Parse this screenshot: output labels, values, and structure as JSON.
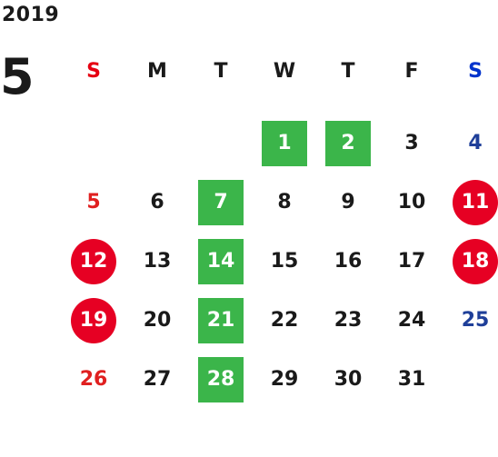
{
  "calendar": {
    "year": "2019",
    "month": "5",
    "weekdays": [
      "S",
      "M",
      "T",
      "W",
      "T",
      "F",
      "S"
    ],
    "colors": {
      "sunday_text": "#e02020",
      "saturday_text": "#1f3f99",
      "green_highlight": "#3bb54a",
      "red_holiday": "#e60023"
    },
    "weeks": [
      [
        {
          "day": ""
        },
        {
          "day": ""
        },
        {
          "day": ""
        },
        {
          "day": "1",
          "mark": "green"
        },
        {
          "day": "2",
          "mark": "green"
        },
        {
          "day": "3"
        },
        {
          "day": "4"
        }
      ],
      [
        {
          "day": "5"
        },
        {
          "day": "6"
        },
        {
          "day": "7",
          "mark": "green"
        },
        {
          "day": "8"
        },
        {
          "day": "9"
        },
        {
          "day": "10"
        },
        {
          "day": "11",
          "mark": "red"
        }
      ],
      [
        {
          "day": "12",
          "mark": "red"
        },
        {
          "day": "13"
        },
        {
          "day": "14",
          "mark": "green"
        },
        {
          "day": "15"
        },
        {
          "day": "16"
        },
        {
          "day": "17"
        },
        {
          "day": "18",
          "mark": "red"
        }
      ],
      [
        {
          "day": "19",
          "mark": "red"
        },
        {
          "day": "20"
        },
        {
          "day": "21",
          "mark": "green"
        },
        {
          "day": "22"
        },
        {
          "day": "23"
        },
        {
          "day": "24"
        },
        {
          "day": "25"
        }
      ],
      [
        {
          "day": "26"
        },
        {
          "day": "27"
        },
        {
          "day": "28",
          "mark": "green"
        },
        {
          "day": "29"
        },
        {
          "day": "30"
        },
        {
          "day": "31"
        },
        {
          "day": ""
        }
      ]
    ]
  }
}
